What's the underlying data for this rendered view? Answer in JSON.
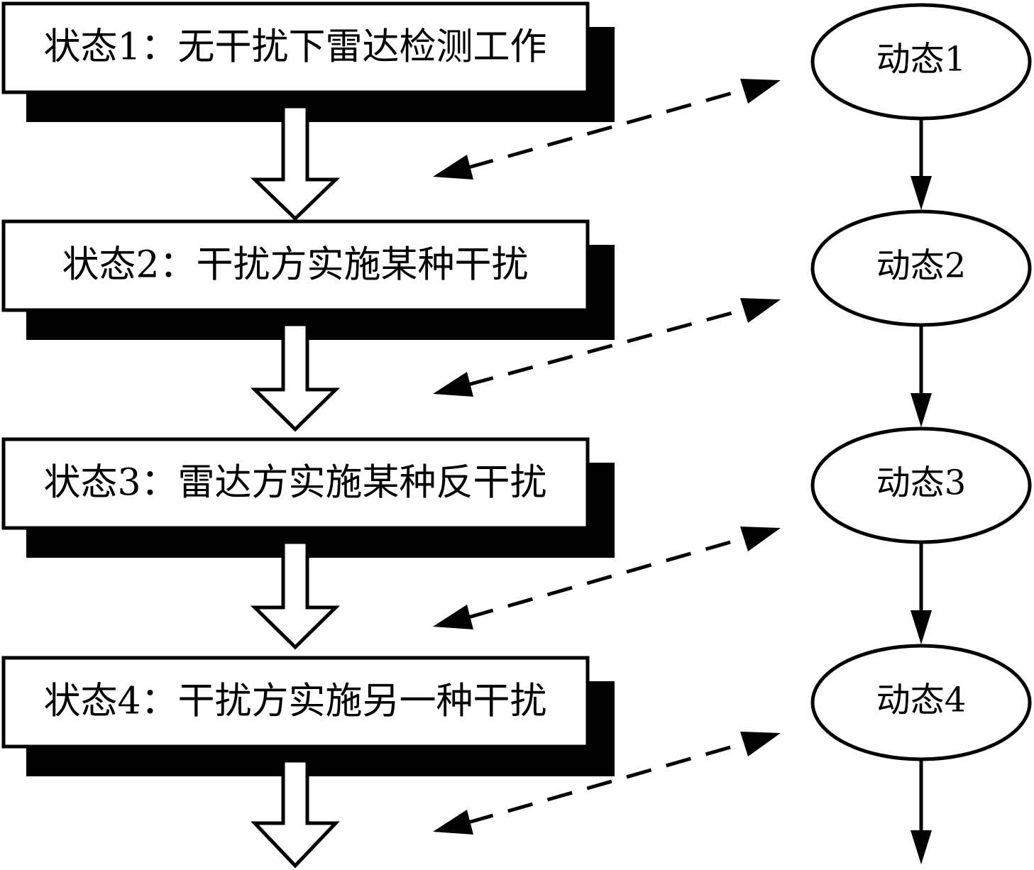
{
  "states": [
    {
      "label": "状态1：无干扰下雷达检测工作"
    },
    {
      "label": "状态2：干扰方实施某种干扰"
    },
    {
      "label": "状态3：雷达方实施某种反干扰"
    },
    {
      "label": "状态4：干扰方实施另一种干扰"
    }
  ],
  "dynamics": [
    {
      "label": "动态1"
    },
    {
      "label": "动态2"
    },
    {
      "label": "动态3"
    },
    {
      "label": "动态4"
    }
  ],
  "colors": {
    "stroke": "#000000",
    "fill": "#ffffff",
    "shadow": "#000000"
  }
}
